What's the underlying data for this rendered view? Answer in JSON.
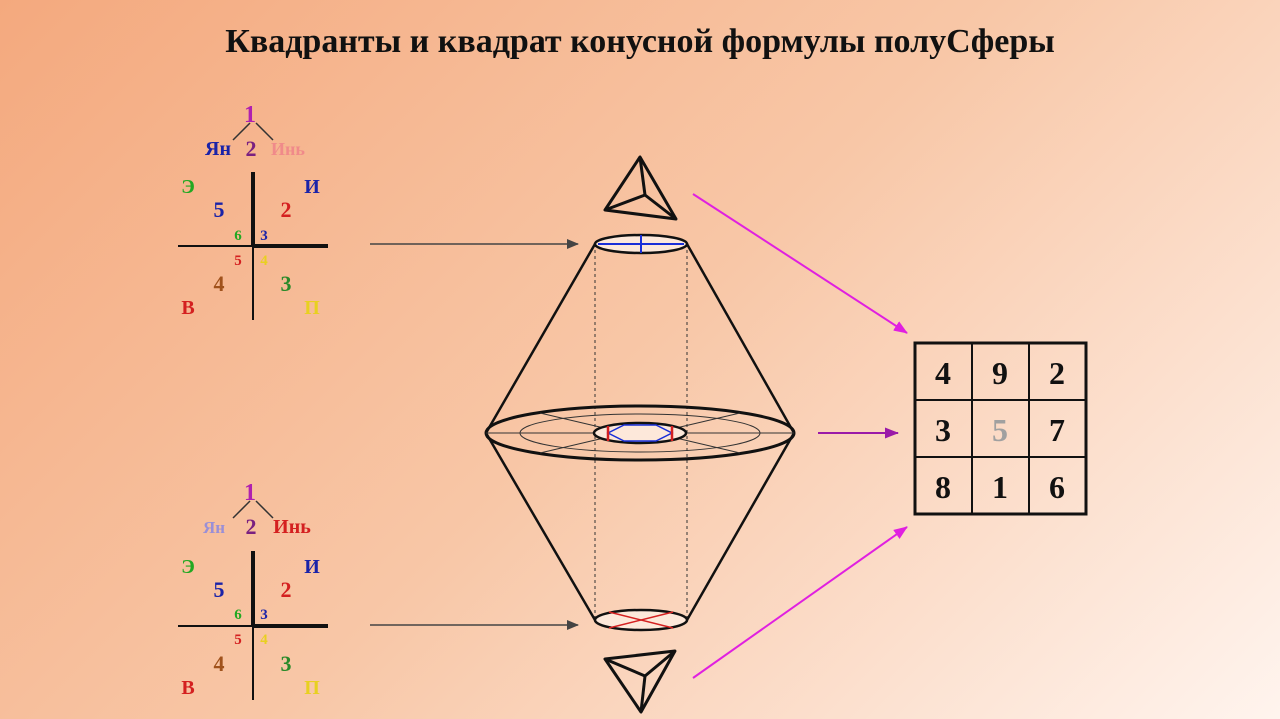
{
  "title": "Квадранты и квадрат конусной формулы полуСферы",
  "top_quadrant": {
    "one": "1",
    "yan": "Ян",
    "two": "2",
    "yin": "Инь",
    "e": "Э",
    "i": "И",
    "v": "В",
    "p": "П",
    "big": [
      "5",
      "2",
      "4",
      "3"
    ],
    "small": [
      "6",
      "3",
      "5",
      "4"
    ]
  },
  "bottom_quadrant": {
    "one": "1",
    "yan": "Ян",
    "two": "2",
    "yin": "Инь",
    "e": "Э",
    "i": "И",
    "v": "В",
    "p": "П",
    "big": [
      "5",
      "2",
      "4",
      "3"
    ],
    "small": [
      "6",
      "3",
      "5",
      "4"
    ]
  },
  "magic_square": [
    [
      "4",
      "9",
      "2"
    ],
    [
      "3",
      "5",
      "7"
    ],
    [
      "8",
      "1",
      "6"
    ]
  ],
  "colors": {
    "yan_top": "#1a23a8",
    "yin_top": "#f08a8a",
    "yan_bottom": "#9a8fd6",
    "yin_bottom": "#d42020",
    "one": "#b020b0",
    "two": "#7a2080",
    "e": "#22a822",
    "i": "#1a23a8",
    "v": "#d42020",
    "p": "#e8d020",
    "big5": "#1a23a8",
    "big2": "#d42020",
    "big4": "#a0521c",
    "big3": "#2a8a2a",
    "sm6": "#22a822",
    "sm3": "#1a23a8",
    "sm5": "#d42020",
    "sm4": "#e8d020",
    "arrow_magenta": "#e020e0",
    "arrow_purple": "#9a1aa8",
    "circle_blue": "#1a2fd8",
    "circle_red": "#d42020",
    "center_five": "#a0a0a0"
  }
}
